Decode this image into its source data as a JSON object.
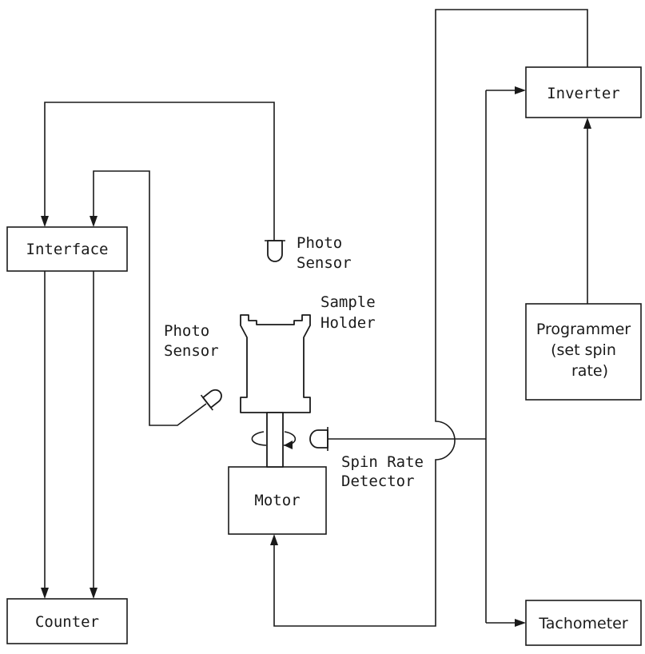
{
  "blocks": {
    "interface": "Interface",
    "counter": "Counter",
    "motor": "Motor",
    "inverter": "Inverter",
    "programmer": [
      "Programmer",
      "(set spin",
      "rate)"
    ],
    "tachometer": "Tachometer"
  },
  "labels": {
    "photo_sensor_top": [
      "Photo",
      "Sensor"
    ],
    "photo_sensor_side": [
      "Photo",
      "Sensor"
    ],
    "sample_holder": [
      "Sample",
      "Holder"
    ],
    "spin_rate_detector": [
      "Spin Rate",
      "Detector"
    ]
  }
}
